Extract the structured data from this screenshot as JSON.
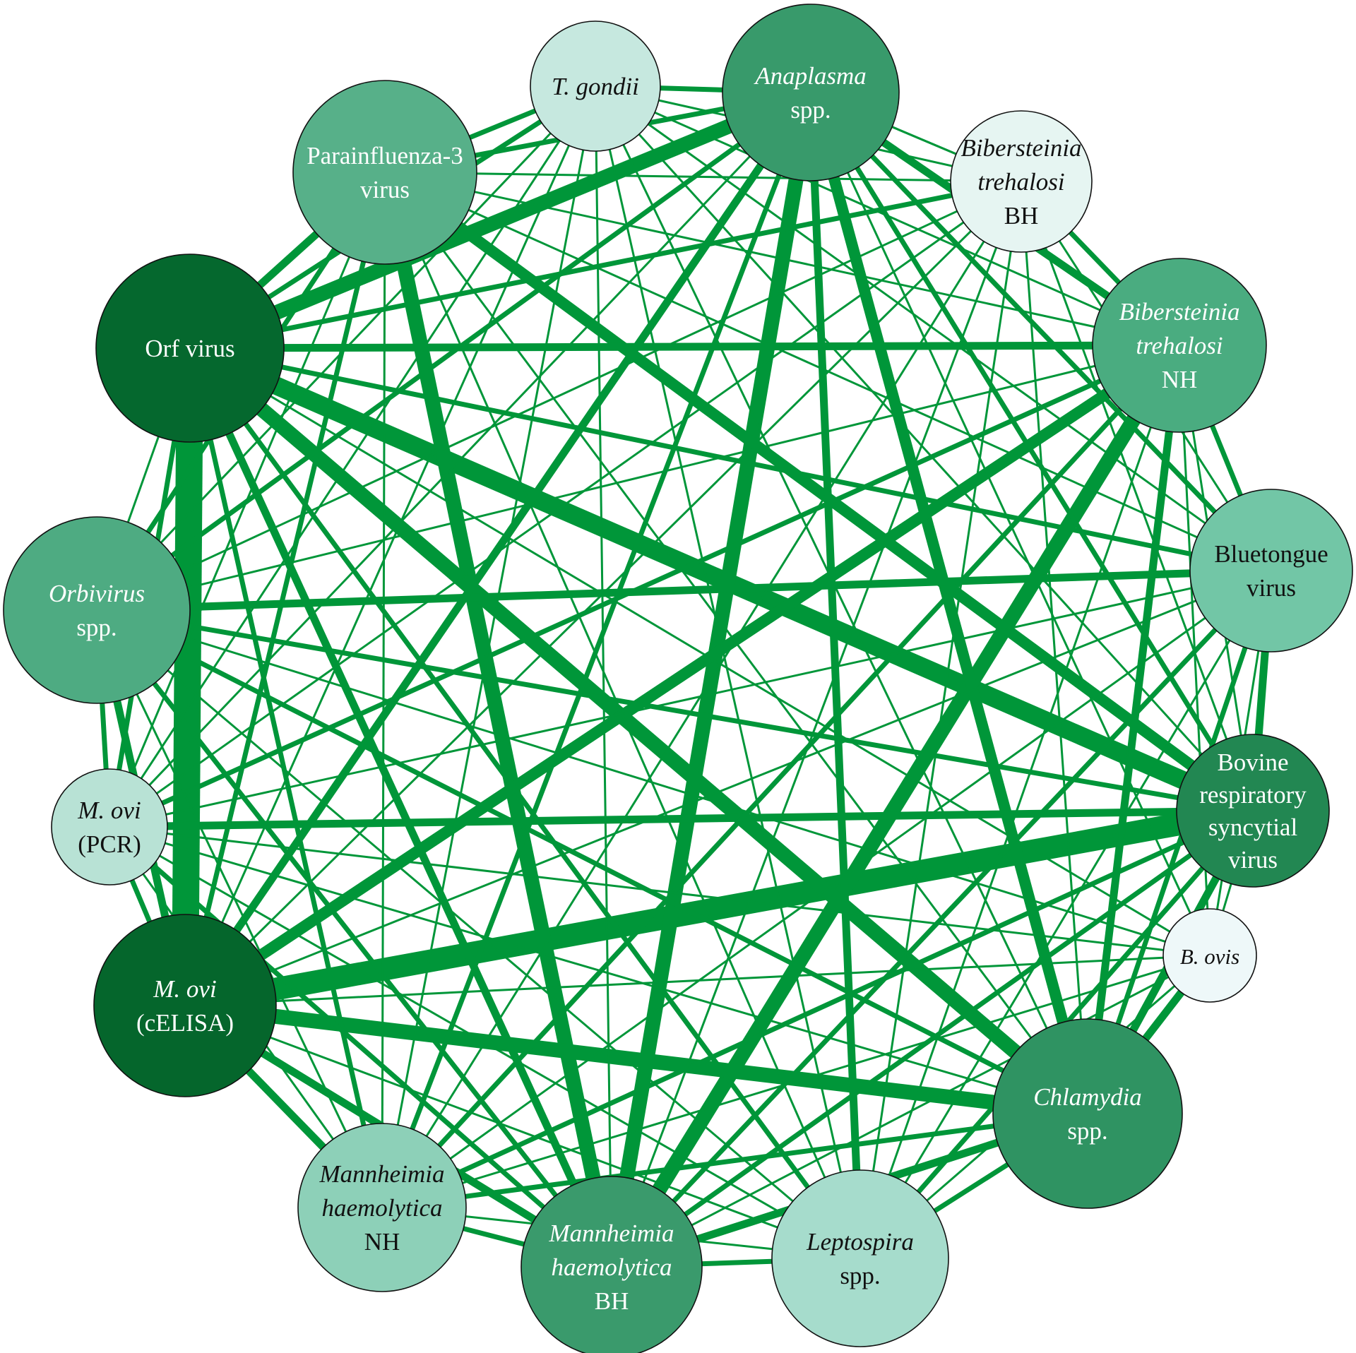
{
  "nodes": [
    {
      "id": "tgondii",
      "lines": [
        {
          "t": "T. gondii",
          "i": true
        }
      ],
      "fill": "#c6e8df",
      "text_color": "#111111"
    },
    {
      "id": "anaplasma",
      "lines": [
        {
          "t": "Anaplasma",
          "i": true
        },
        {
          "t": "spp.",
          "i": false
        }
      ],
      "fill": "#389a6b",
      "text_color": "#ffffff"
    },
    {
      "id": "bt_bh",
      "lines": [
        {
          "t": "Bibersteinia",
          "i": true
        },
        {
          "t": "trehalosi",
          "i": true
        },
        {
          "t": "BH",
          "i": false
        }
      ],
      "fill": "#e6f5f2",
      "text_color": "#111111"
    },
    {
      "id": "bt_nh",
      "lines": [
        {
          "t": "Bibersteinia",
          "i": true
        },
        {
          "t": "trehalosi",
          "i": true
        },
        {
          "t": "NH",
          "i": false
        }
      ],
      "fill": "#4aac80",
      "text_color": "#ffffff"
    },
    {
      "id": "bluetongue",
      "lines": [
        {
          "t": "Bluetongue",
          "i": false
        },
        {
          "t": "virus",
          "i": false
        }
      ],
      "fill": "#72c6a6",
      "text_color": "#111111"
    },
    {
      "id": "brsv",
      "lines": [
        {
          "t": "Bovine",
          "i": false
        },
        {
          "t": "respiratory",
          "i": false
        },
        {
          "t": "syncytial",
          "i": false
        },
        {
          "t": "virus",
          "i": false
        }
      ],
      "fill": "#228752",
      "text_color": "#ffffff"
    },
    {
      "id": "bovis",
      "lines": [
        {
          "t": "B. ovis",
          "i": true
        }
      ],
      "fill": "#eef8f9",
      "text_color": "#111111"
    },
    {
      "id": "chlamydia",
      "lines": [
        {
          "t": "Chlamydia",
          "i": true
        },
        {
          "t": "spp.",
          "i": false
        }
      ],
      "fill": "#2f9362",
      "text_color": "#ffffff"
    },
    {
      "id": "leptospira",
      "lines": [
        {
          "t": "Leptospira",
          "i": true
        },
        {
          "t": "spp.",
          "i": false
        }
      ],
      "fill": "#a6dccc",
      "text_color": "#111111"
    },
    {
      "id": "mh_bh",
      "lines": [
        {
          "t": "Mannheimia",
          "i": true
        },
        {
          "t": "haemolytica",
          "i": true
        },
        {
          "t": "BH",
          "i": false
        }
      ],
      "fill": "#3a9a6c",
      "text_color": "#ffffff"
    },
    {
      "id": "mh_nh",
      "lines": [
        {
          "t": "Mannheimia",
          "i": true
        },
        {
          "t": "haemolytica",
          "i": true
        },
        {
          "t": "NH",
          "i": false
        }
      ],
      "fill": "#8dd0b8",
      "text_color": "#111111"
    },
    {
      "id": "movi_celisa",
      "lines": [
        {
          "t": "M. ovi",
          "i": true
        },
        {
          "t": "(cELISA)",
          "i": false
        }
      ],
      "fill": "#05662c",
      "text_color": "#ffffff"
    },
    {
      "id": "movi_pcr",
      "lines": [
        {
          "t": "M. ovi",
          "i": true
        },
        {
          "t": "(PCR)",
          "i": false
        }
      ],
      "fill": "#b8e2d5",
      "text_color": "#111111"
    },
    {
      "id": "orbivirus",
      "lines": [
        {
          "t": "Orbivirus",
          "i": true
        },
        {
          "t": "spp.",
          "i": false
        }
      ],
      "fill": "#4eab82",
      "text_color": "#ffffff"
    },
    {
      "id": "orf",
      "lines": [
        {
          "t": "Orf virus",
          "i": false
        }
      ],
      "fill": "#05682e",
      "text_color": "#ffffff"
    },
    {
      "id": "pi3",
      "lines": [
        {
          "t": "Parainfluenza-3",
          "i": false
        },
        {
          "t": "virus",
          "i": false
        }
      ],
      "fill": "#57b089",
      "text_color": "#ffffff"
    }
  ],
  "edges": [
    [
      "movi_celisa",
      "orf",
      8
    ],
    [
      "movi_celisa",
      "brsv",
      7
    ],
    [
      "orf",
      "brsv",
      6
    ],
    [
      "anaplasma",
      "mh_bh",
      5
    ],
    [
      "bt_nh",
      "mh_bh",
      5
    ],
    [
      "orf",
      "anaplasma",
      5
    ],
    [
      "pi3",
      "mh_bh",
      5
    ],
    [
      "movi_celisa",
      "chlamydia",
      5
    ],
    [
      "orf",
      "chlamydia",
      5
    ],
    [
      "pi3",
      "brsv",
      4
    ],
    [
      "anaplasma",
      "chlamydia",
      4
    ],
    [
      "movi_celisa",
      "bt_nh",
      4
    ],
    [
      "bt_nh",
      "movi_celisa",
      4
    ],
    [
      "orbivirus",
      "bluetongue",
      3
    ],
    [
      "orf",
      "bt_nh",
      3
    ],
    [
      "movi_pcr",
      "brsv",
      3
    ],
    [
      "anaplasma",
      "movi_celisa",
      3
    ],
    [
      "anaplasma",
      "bt_nh",
      3
    ],
    [
      "anaplasma",
      "leptospira",
      3
    ],
    [
      "orf",
      "mh_bh",
      3
    ],
    [
      "orbivirus",
      "movi_celisa",
      3
    ],
    [
      "movi_celisa",
      "mh_nh",
      3
    ],
    [
      "movi_celisa",
      "mh_bh",
      3
    ],
    [
      "chlamydia",
      "bt_nh",
      3
    ],
    [
      "chlamydia",
      "bovis",
      3
    ],
    [
      "brsv",
      "chlamydia",
      3
    ],
    [
      "bluetongue",
      "brsv",
      3
    ],
    [
      "mh_bh",
      "chlamydia",
      3
    ],
    [
      "pi3",
      "orf",
      3
    ],
    [
      "pi3",
      "anaplasma",
      2
    ],
    [
      "pi3",
      "movi_celisa",
      2
    ],
    [
      "orbivirus",
      "pi3",
      2
    ],
    [
      "orbivirus",
      "chlamydia",
      2
    ],
    [
      "orbivirus",
      "mh_bh",
      2
    ],
    [
      "orbivirus",
      "brsv",
      2
    ],
    [
      "orf",
      "bluetongue",
      2
    ],
    [
      "orf",
      "mh_nh",
      2
    ],
    [
      "orf",
      "leptospira",
      2
    ],
    [
      "orf",
      "tgondii",
      2
    ],
    [
      "orf",
      "bt_bh",
      2
    ],
    [
      "anaplasma",
      "brsv",
      2
    ],
    [
      "anaplasma",
      "bluetongue",
      2
    ],
    [
      "anaplasma",
      "mh_nh",
      2
    ],
    [
      "anaplasma",
      "orbivirus",
      2
    ],
    [
      "bt_nh",
      "bluetongue",
      2
    ],
    [
      "bt_nh",
      "bt_bh",
      2
    ],
    [
      "bt_nh",
      "mh_nh",
      2
    ],
    [
      "bt_nh",
      "chlamydia",
      2
    ],
    [
      "bluetongue",
      "chlamydia",
      2
    ],
    [
      "bluetongue",
      "mh_bh",
      2
    ],
    [
      "brsv",
      "mh_bh",
      2
    ],
    [
      "brsv",
      "leptospira",
      2
    ],
    [
      "brsv",
      "mh_nh",
      2
    ],
    [
      "chlamydia",
      "leptospira",
      2
    ],
    [
      "chlamydia",
      "mh_nh",
      2
    ],
    [
      "leptospira",
      "mh_bh",
      2
    ],
    [
      "mh_nh",
      "mh_bh",
      2
    ],
    [
      "movi_pcr",
      "orbivirus",
      2
    ],
    [
      "movi_pcr",
      "movi_celisa",
      2
    ],
    [
      "movi_pcr",
      "orf",
      2
    ],
    [
      "movi_pcr",
      "bt_nh",
      2
    ],
    [
      "movi_pcr",
      "mh_bh",
      2
    ],
    [
      "tgondii",
      "anaplasma",
      2
    ],
    [
      "tgondii",
      "pi3",
      2
    ],
    [
      "tgondii",
      "bt_nh",
      1
    ],
    [
      "tgondii",
      "bluetongue",
      1
    ],
    [
      "tgondii",
      "brsv",
      1
    ],
    [
      "tgondii",
      "chlamydia",
      1
    ],
    [
      "tgondii",
      "mh_bh",
      1
    ],
    [
      "tgondii",
      "mh_nh",
      1
    ],
    [
      "tgondii",
      "movi_celisa",
      1
    ],
    [
      "tgondii",
      "orbivirus",
      1
    ],
    [
      "tgondii",
      "leptospira",
      1
    ],
    [
      "tgondii",
      "bt_bh",
      1
    ],
    [
      "bt_bh",
      "anaplasma",
      1
    ],
    [
      "bt_bh",
      "pi3",
      1
    ],
    [
      "bt_bh",
      "bluetongue",
      1
    ],
    [
      "bt_bh",
      "brsv",
      1
    ],
    [
      "bt_bh",
      "chlamydia",
      1
    ],
    [
      "bt_bh",
      "mh_bh",
      1
    ],
    [
      "bt_bh",
      "mh_nh",
      1
    ],
    [
      "bt_bh",
      "movi_celisa",
      1
    ],
    [
      "bt_bh",
      "orbivirus",
      1
    ],
    [
      "bt_bh",
      "leptospira",
      1
    ],
    [
      "bt_bh",
      "movi_pcr",
      1
    ],
    [
      "bovis",
      "bluetongue",
      1
    ],
    [
      "bovis",
      "brsv",
      1
    ],
    [
      "bovis",
      "bt_nh",
      1
    ],
    [
      "bovis",
      "orf",
      1
    ],
    [
      "bovis",
      "anaplasma",
      1
    ],
    [
      "bovis",
      "mh_bh",
      1
    ],
    [
      "bovis",
      "leptospira",
      1
    ],
    [
      "bovis",
      "movi_celisa",
      1
    ],
    [
      "bovis",
      "orbivirus",
      1
    ],
    [
      "bovis",
      "mh_nh",
      1
    ],
    [
      "movi_pcr",
      "pi3",
      1
    ],
    [
      "movi_pcr",
      "bluetongue",
      1
    ],
    [
      "movi_pcr",
      "chlamydia",
      1
    ],
    [
      "movi_pcr",
      "leptospira",
      1
    ],
    [
      "movi_pcr",
      "mh_nh",
      1
    ],
    [
      "movi_pcr",
      "anaplasma",
      1
    ],
    [
      "movi_pcr",
      "bovis",
      1
    ],
    [
      "movi_pcr",
      "tgondii",
      1
    ],
    [
      "orbivirus",
      "orf",
      1
    ],
    [
      "orbivirus",
      "bt_nh",
      1
    ],
    [
      "orbivirus",
      "leptospira",
      1
    ],
    [
      "orbivirus",
      "mh_nh",
      1
    ],
    [
      "pi3",
      "bt_nh",
      1
    ],
    [
      "pi3",
      "bluetongue",
      1
    ],
    [
      "pi3",
      "chlamydia",
      1
    ],
    [
      "pi3",
      "leptospira",
      1
    ],
    [
      "pi3",
      "mh_nh",
      1
    ],
    [
      "leptospira",
      "bluetongue",
      1
    ],
    [
      "leptospira",
      "bt_nh",
      1
    ],
    [
      "leptospira",
      "mh_nh",
      1
    ],
    [
      "leptospira",
      "movi_celisa",
      1
    ],
    [
      "bluetongue",
      "mh_nh",
      1
    ],
    [
      "bluetongue",
      "movi_celisa",
      1
    ],
    [
      "brsv",
      "bt_nh",
      1
    ],
    [
      "anaplasma",
      "bt_bh",
      1
    ]
  ]
}
